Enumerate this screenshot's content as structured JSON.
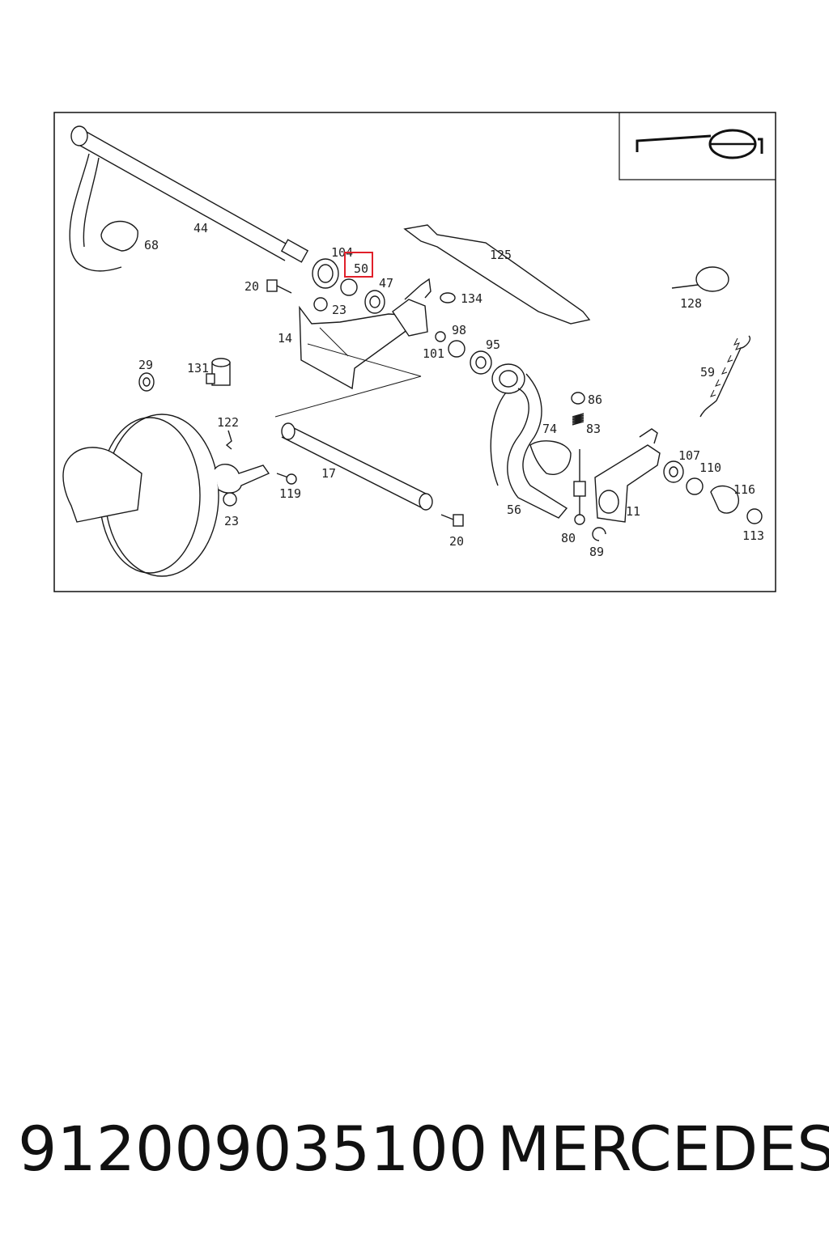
{
  "callouts": [
    "44",
    "68",
    "104",
    "50",
    "47",
    "20",
    "23",
    "134",
    "125",
    "128",
    "14",
    "98",
    "95",
    "101",
    "29",
    "131",
    "59",
    "86",
    "83",
    "122",
    "74",
    "107",
    "110",
    "116",
    "17",
    "119",
    "56",
    "11",
    "80",
    "89",
    "113"
  ],
  "highlighted_callout": "50",
  "highlight_color": "#e0202a",
  "caption": {
    "part_number": "912009035100",
    "brand": "MERCEDES"
  }
}
